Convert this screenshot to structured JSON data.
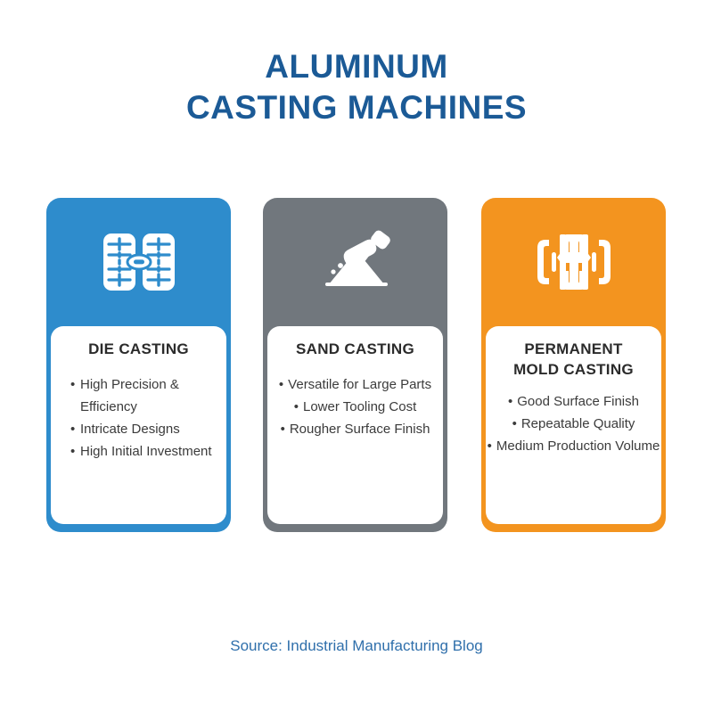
{
  "title": {
    "line1": "ALUMINUM",
    "line2": "CASTING MACHINES",
    "color": "#1b5a96"
  },
  "cards": [
    {
      "id": "die-casting",
      "color": "#2e8ccc",
      "icon": "die-mold-icon",
      "heading": "DIE CASTING",
      "heading_line1": "DIE CASTING",
      "heading_line2": "",
      "bullets": [
        "High Precision & Efficiency",
        "Intricate Designs",
        "High Initial Investment"
      ]
    },
    {
      "id": "sand-casting",
      "color": "#71777d",
      "icon": "shovel-sand-pile-icon",
      "heading": "SAND CASTING",
      "heading_line1": "SAND CASTING",
      "heading_line2": "",
      "bullets": [
        "Versatile for Large Parts",
        "Lower Tooling Cost",
        "Rougher Surface Finish"
      ]
    },
    {
      "id": "permanent-mold-casting",
      "color": "#f3941f",
      "icon": "permanent-mold-icon",
      "heading": "PERMANENT MOLD CASTING",
      "heading_line1": "PERMANENT",
      "heading_line2": "MOLD CASTING",
      "bullets": [
        "Good Surface Finish",
        "Repeatable Quality",
        "Medium Production Volume"
      ]
    }
  ],
  "source": {
    "text": "Source: Industrial Manufacturing Blog",
    "color": "#2f6fab"
  }
}
